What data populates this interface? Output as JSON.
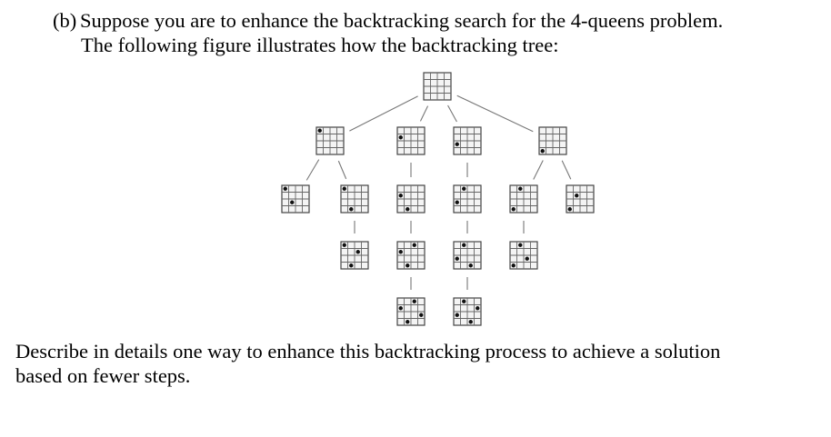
{
  "question": {
    "label": "(b)",
    "line1": "Suppose you are to enhance the backtracking search for the 4-queens problem.",
    "line2": "The following figure illustrates how the backtracking tree:",
    "line3": "Describe in details one way to enhance this backtracking process to achieve a solution",
    "line4": "based on fewer steps."
  },
  "figure": {
    "description": "4-queens backtracking tree",
    "root": {
      "queens": []
    },
    "level1": [
      {
        "queens": [
          [
            0,
            0
          ]
        ]
      },
      {
        "queens": [
          [
            1,
            0
          ]
        ]
      },
      {
        "queens": [
          [
            2,
            0
          ]
        ]
      },
      {
        "queens": [
          [
            3,
            0
          ]
        ]
      }
    ],
    "level2": [
      {
        "parent": 0,
        "queens": [
          [
            0,
            0
          ],
          [
            2,
            1
          ]
        ]
      },
      {
        "parent": 0,
        "queens": [
          [
            0,
            0
          ],
          [
            3,
            1
          ]
        ]
      },
      {
        "parent": 1,
        "queens": [
          [
            1,
            0
          ],
          [
            3,
            1
          ]
        ]
      },
      {
        "parent": 2,
        "queens": [
          [
            2,
            0
          ],
          [
            0,
            1
          ]
        ]
      },
      {
        "parent": 3,
        "queens": [
          [
            3,
            0
          ],
          [
            0,
            1
          ]
        ]
      },
      {
        "parent": 3,
        "queens": [
          [
            3,
            0
          ],
          [
            1,
            1
          ]
        ]
      }
    ],
    "level3": [
      {
        "parent": 1,
        "queens": [
          [
            0,
            0
          ],
          [
            3,
            1
          ],
          [
            1,
            2
          ]
        ]
      },
      {
        "parent": 2,
        "queens": [
          [
            1,
            0
          ],
          [
            3,
            1
          ],
          [
            0,
            2
          ]
        ]
      },
      {
        "parent": 3,
        "queens": [
          [
            2,
            0
          ],
          [
            0,
            1
          ],
          [
            3,
            2
          ]
        ]
      },
      {
        "parent": 4,
        "queens": [
          [
            3,
            0
          ],
          [
            0,
            1
          ],
          [
            2,
            2
          ]
        ]
      }
    ],
    "level4": [
      {
        "parent": 1,
        "queens": [
          [
            1,
            0
          ],
          [
            3,
            1
          ],
          [
            0,
            2
          ],
          [
            2,
            3
          ]
        ]
      },
      {
        "parent": 2,
        "queens": [
          [
            2,
            0
          ],
          [
            0,
            1
          ],
          [
            3,
            2
          ],
          [
            1,
            3
          ]
        ]
      }
    ]
  }
}
